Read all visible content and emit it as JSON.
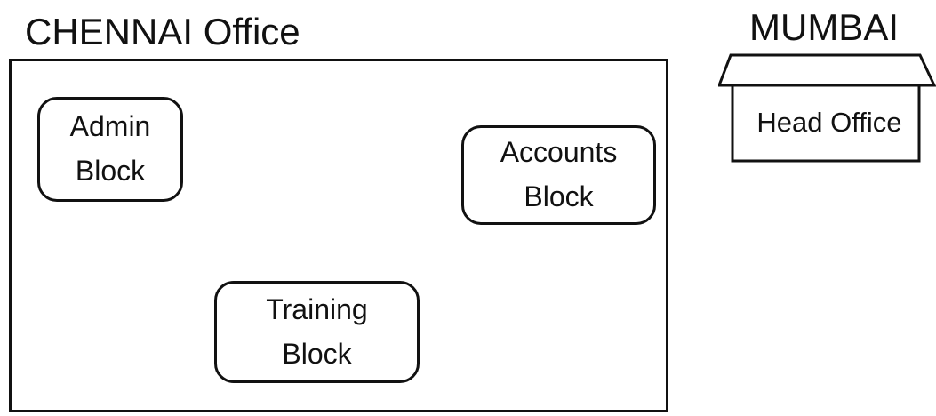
{
  "chennai": {
    "title": "CHENNAI Office",
    "blocks": [
      {
        "line1": "Admin",
        "line2": "Block"
      },
      {
        "line1": "Accounts",
        "line2": "Block"
      },
      {
        "line1": "Training",
        "line2": "Block"
      }
    ]
  },
  "mumbai": {
    "title": "MUMBAI",
    "building_label": "Head Office",
    "building_icon": "building-icon"
  }
}
